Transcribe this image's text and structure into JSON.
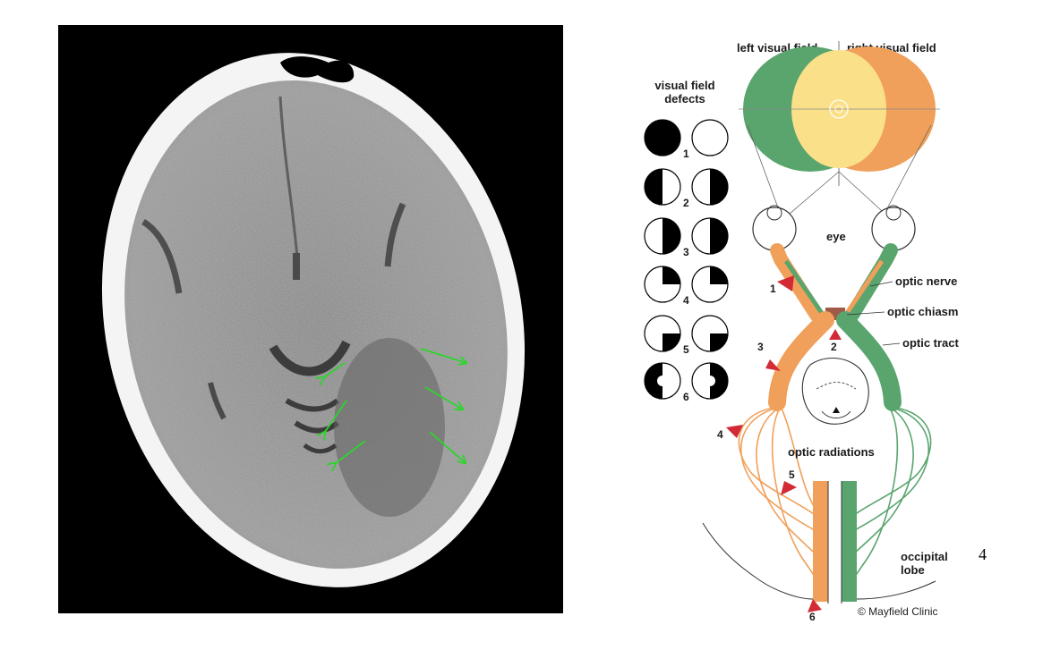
{
  "slide_number": "4",
  "ct_scan": {
    "arrow_color": "#2bd62b",
    "arrow_count": 6
  },
  "diagram": {
    "field_labels": {
      "left": "left visual field",
      "right": "right visual field"
    },
    "defects_title_line1": "visual field",
    "defects_title_line2": "defects",
    "structures": {
      "eye": "eye",
      "optic_nerve": "optic nerve",
      "optic_chiasm": "optic chiasm",
      "optic_tract": "optic tract",
      "optic_radiations": "optic radiations",
      "occipital_line1": "occipital",
      "occipital_line2": "lobe"
    },
    "defect_numbers": [
      "1",
      "2",
      "3",
      "4",
      "5",
      "6"
    ],
    "lesion_markers": [
      "1",
      "2",
      "3",
      "4",
      "5",
      "6"
    ],
    "copyright": "© Mayfield Clinic",
    "colors": {
      "left_field": "#5aa56e",
      "right_field": "#f0a05a",
      "overlap": "#fbe08a",
      "lesion": "#d22b35"
    }
  }
}
